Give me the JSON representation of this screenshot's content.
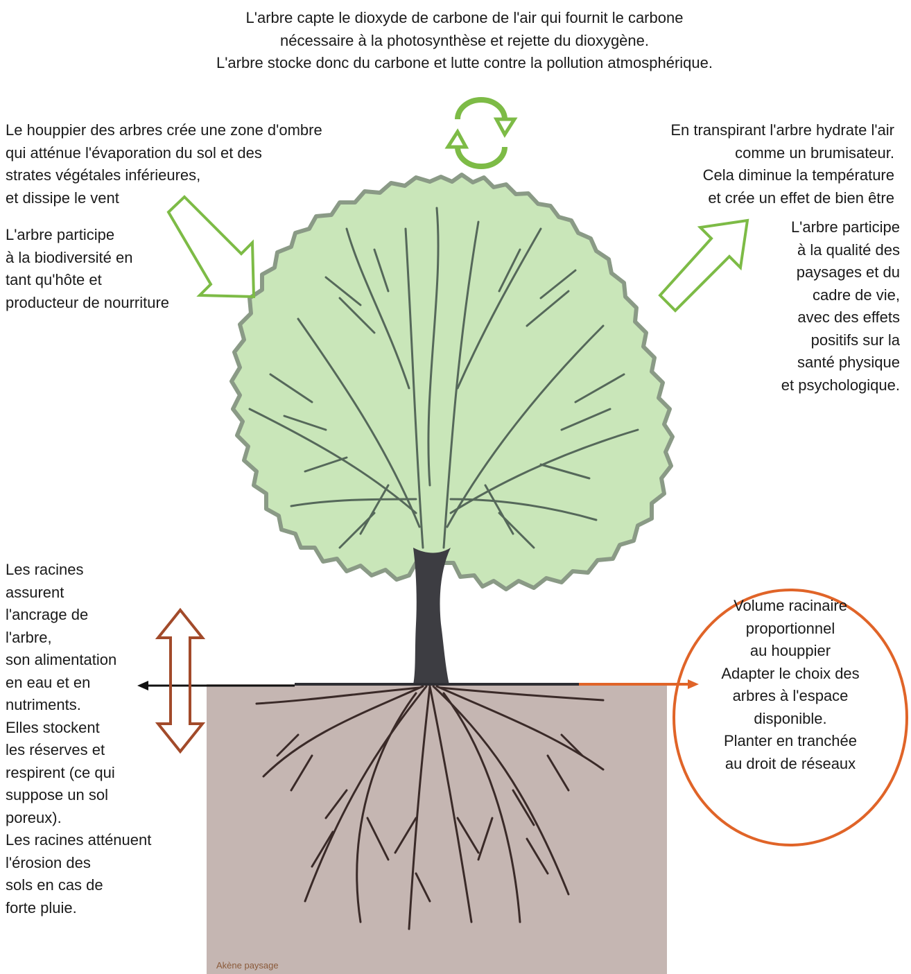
{
  "top_text": [
    "L'arbre capte le dioxyde de carbone de l'air qui fournit le carbone",
    "nécessaire à la photosynthèse et rejette du dioxygène.",
    "L'arbre stocke donc du carbone et lutte contre la pollution atmosphérique."
  ],
  "left_top_text": [
    "Le houppier des arbres crée une zone d'ombre",
    "qui atténue l'évaporation du sol et des",
    "strates végétales inférieures,",
    "et dissipe le vent"
  ],
  "left_biodiv_text": [
    "L'arbre participe",
    "à la biodiversité en",
    "tant qu'hôte et",
    "producteur de nourriture"
  ],
  "right_top_text": [
    "En transpirant l'arbre hydrate l'air",
    "comme un brumisateur.",
    "Cela diminue la température",
    "et crée un effet de bien être"
  ],
  "right_landscape_text": [
    "L'arbre participe",
    "à la qualité des",
    "paysages et du",
    "cadre de vie,",
    "avec des effets",
    "positifs sur la",
    "santé physique",
    "et psychologique."
  ],
  "left_roots_text": [
    "Les racines",
    "assurent",
    "l'ancrage de",
    "l'arbre,",
    "son alimentation",
    "en eau et en",
    "nutriments.",
    "Elles stockent",
    "les réserves et",
    "respirent (ce qui",
    "suppose un sol",
    "poreux).",
    "Les racines atténuent",
    "l'érosion des",
    "sols en cas de",
    "forte pluie."
  ],
  "ellipse_text": [
    "Volume racinaire",
    "proportionnel",
    "au houppier",
    "Adapter le choix des",
    "arbres à l'espace",
    "disponible.",
    "Planter en tranchée",
    "au droit de réseaux"
  ],
  "credit": "Akène paysage",
  "colors": {
    "canopy_fill": "#c9e6b9",
    "canopy_outline": "#8a9a86",
    "branches": "#55685a",
    "trunk": "#3d3d42",
    "soil": "#c5b6b2",
    "roots": "#3a2a28",
    "green_arrow": "#7dbb46",
    "red_arrow": "#a24a2a",
    "orange": "#e06428"
  },
  "icons": [
    "cycle-arrows-icon",
    "shade-arrow-icon",
    "landscape-arrow-icon",
    "depth-double-arrow-icon"
  ]
}
